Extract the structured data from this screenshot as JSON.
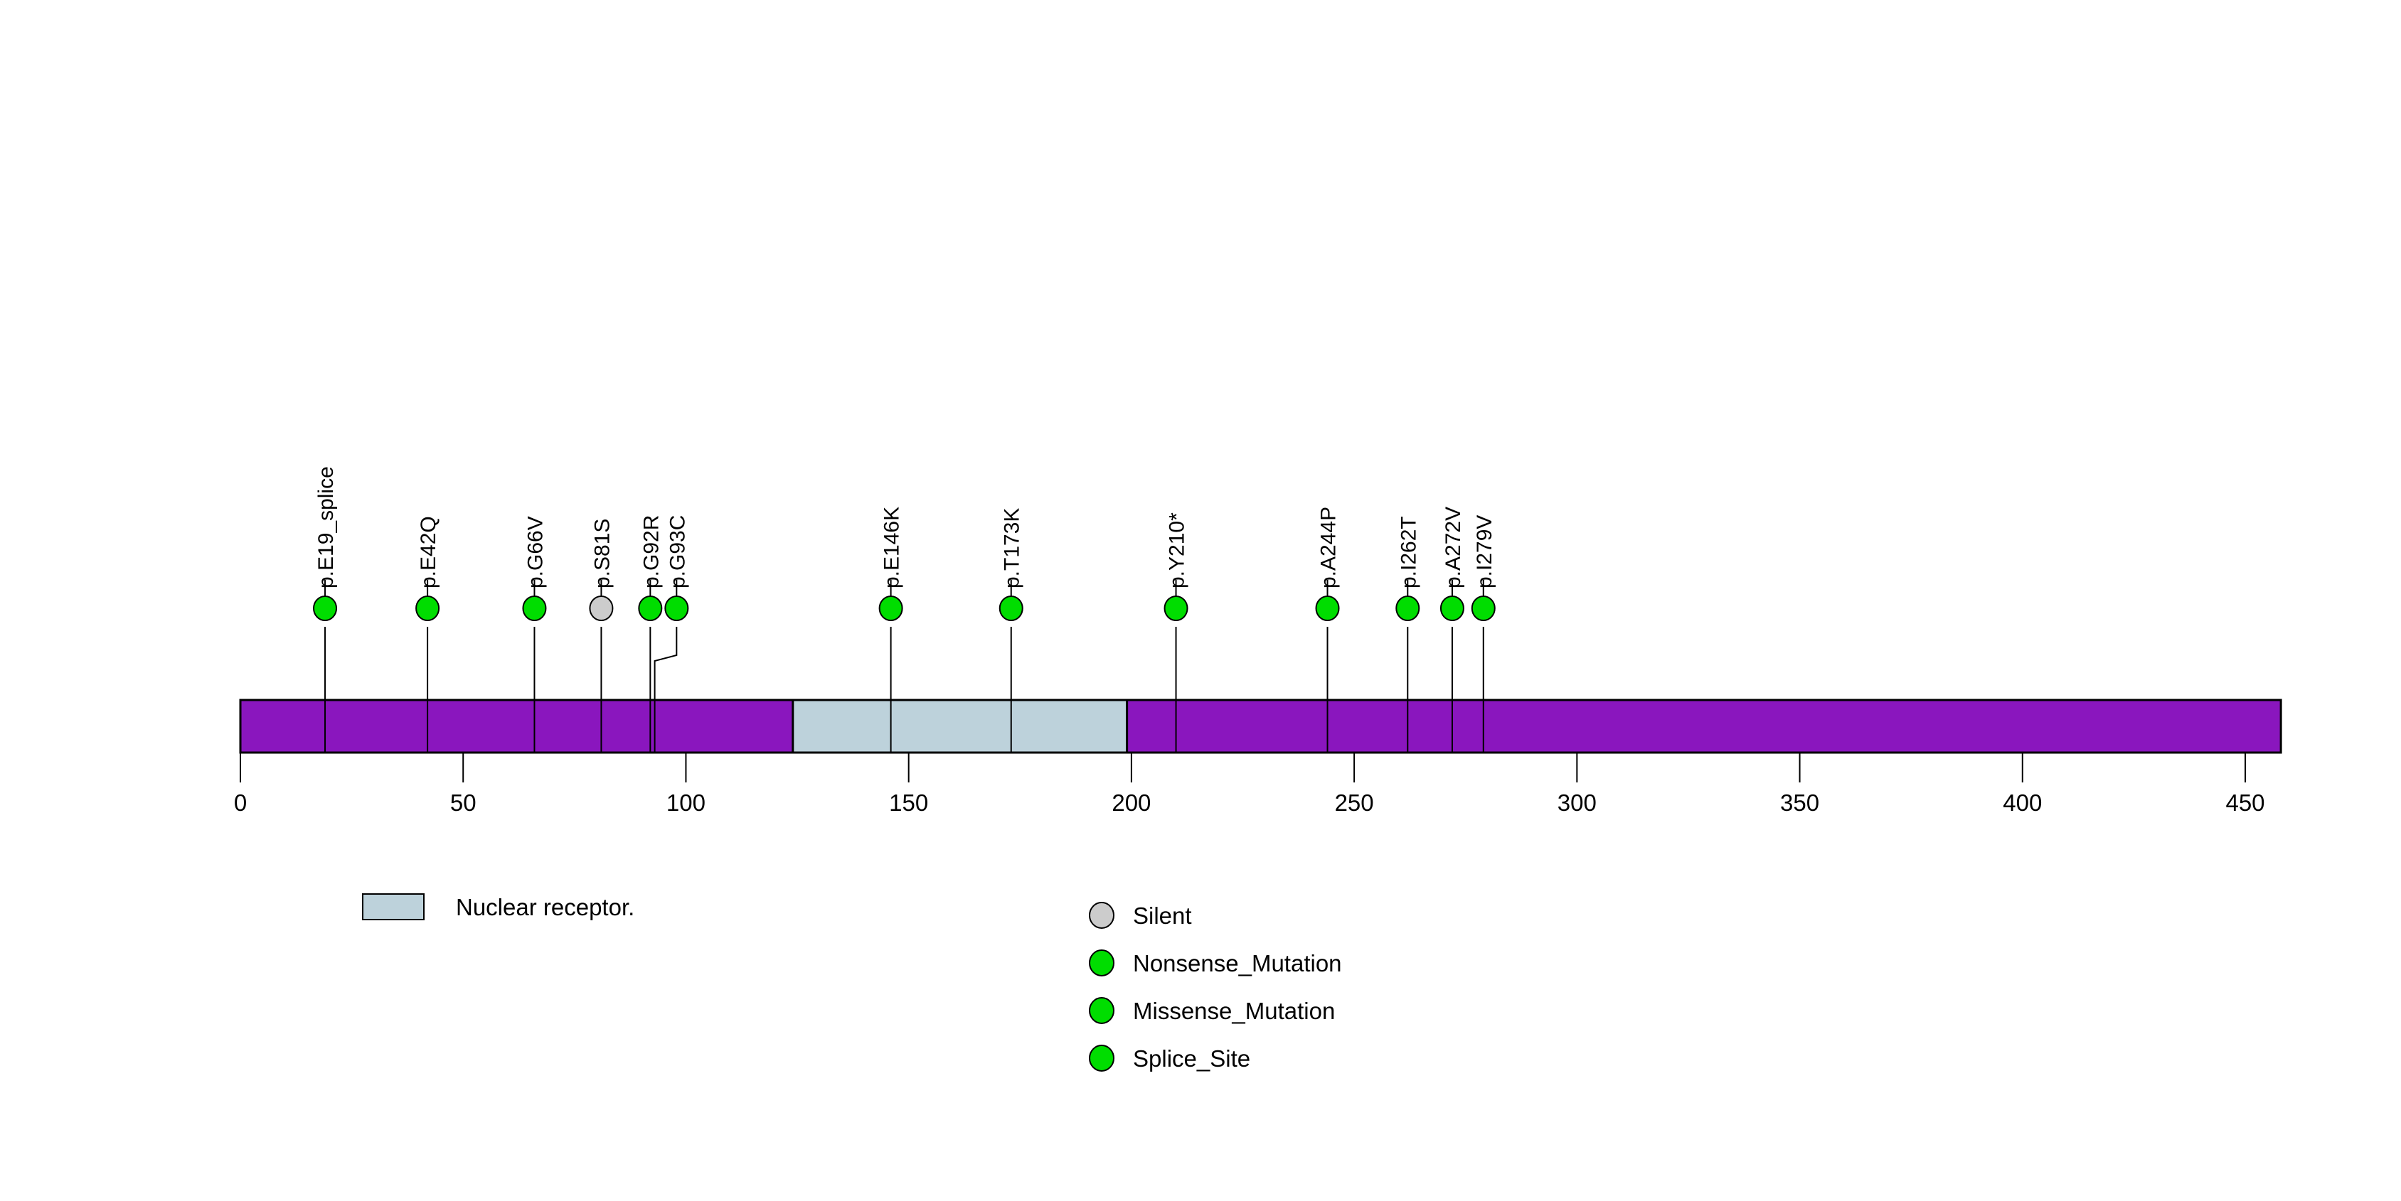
{
  "chart_data": {
    "type": "lollipop",
    "title": "",
    "xlabel": "",
    "ylabel": "",
    "xlim": [
      0,
      458
    ],
    "axis": {
      "ticks": [
        0,
        50,
        100,
        150,
        200,
        250,
        300,
        350,
        400,
        450
      ],
      "tick_labels": [
        "0",
        "50",
        "100",
        "150",
        "200",
        "250",
        "300",
        "350",
        "400",
        "450"
      ]
    },
    "protein": {
      "length": 458,
      "backbone_color": "#8A16BE",
      "outline_color": "#000000"
    },
    "domains": [
      {
        "name": "Nuclear receptor.",
        "start": 124,
        "end": 199,
        "color": "#BDD2DB"
      }
    ],
    "mutations": [
      {
        "label": "p.E19_splice",
        "position": 19,
        "class": "Splice_Site",
        "color": "#00DD00",
        "count": 1
      },
      {
        "label": "p.E42Q",
        "position": 42,
        "class": "Missense_Mutation",
        "color": "#00DD00",
        "count": 1
      },
      {
        "label": "p.G66V",
        "position": 66,
        "class": "Missense_Mutation",
        "color": "#00DD00",
        "count": 1
      },
      {
        "label": "p.S81S",
        "position": 81,
        "class": "Silent",
        "color": "#CCCCCC",
        "count": 1
      },
      {
        "label": "p.G92R",
        "position": 92,
        "class": "Missense_Mutation",
        "color": "#00DD00",
        "count": 1
      },
      {
        "label": "p.G93C",
        "position": 93,
        "class": "Missense_Mutation",
        "color": "#00DD00",
        "count": 1
      },
      {
        "label": "p.E146K",
        "position": 146,
        "class": "Missense_Mutation",
        "color": "#00DD00",
        "count": 1
      },
      {
        "label": "p.T173K",
        "position": 173,
        "class": "Missense_Mutation",
        "color": "#00DD00",
        "count": 1
      },
      {
        "label": "p.Y210*",
        "position": 210,
        "class": "Nonsense_Mutation",
        "color": "#00DD00",
        "count": 1
      },
      {
        "label": "p.A244P",
        "position": 244,
        "class": "Missense_Mutation",
        "color": "#00DD00",
        "count": 1
      },
      {
        "label": "p.I262T",
        "position": 262,
        "class": "Missense_Mutation",
        "color": "#00DD00",
        "count": 1
      },
      {
        "label": "p.A272V",
        "position": 272,
        "class": "Missense_Mutation",
        "color": "#00DD00",
        "count": 1
      },
      {
        "label": "p.I279V",
        "position": 279,
        "class": "Missense_Mutation",
        "color": "#00DD00",
        "count": 1
      }
    ],
    "legend": {
      "domain_legend": [
        {
          "label": "Nuclear receptor.",
          "color": "#BDD2DB"
        }
      ],
      "mutation_legend": [
        {
          "label": "Silent",
          "color": "#CCCCCC"
        },
        {
          "label": "Nonsense_Mutation",
          "color": "#00DD00"
        },
        {
          "label": "Missense_Mutation",
          "color": "#00DD00"
        },
        {
          "label": "Splice_Site",
          "color": "#00DD00"
        }
      ]
    }
  }
}
